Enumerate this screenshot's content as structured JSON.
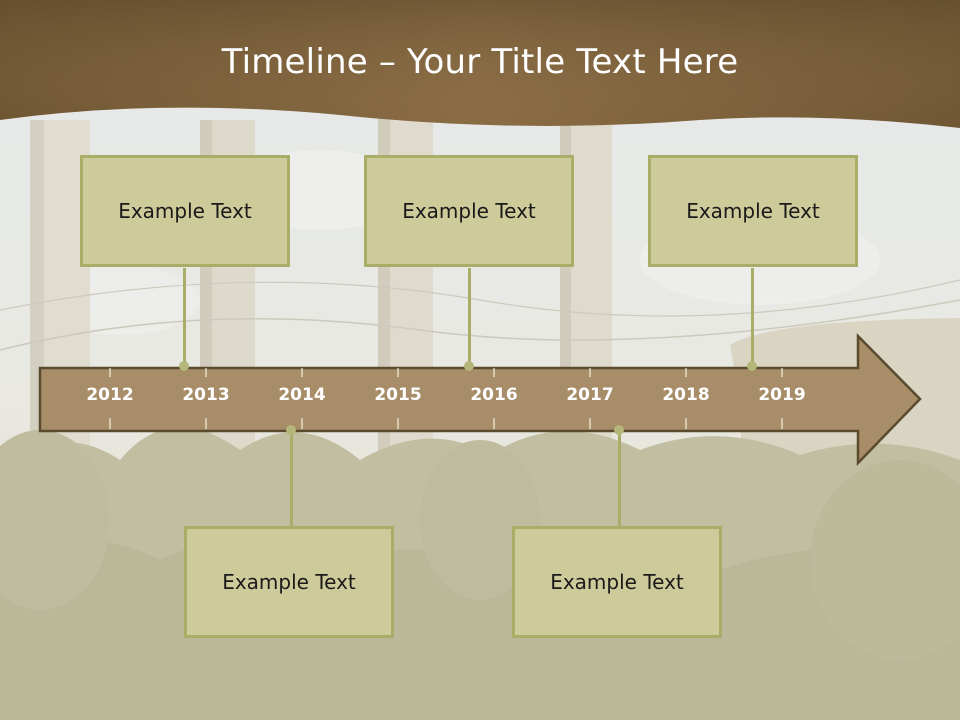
{
  "slide": {
    "title": "Timeline – Your Title Text Here"
  },
  "timeline": {
    "years": [
      "2012",
      "2013",
      "2014",
      "2015",
      "2016",
      "2017",
      "2018",
      "2019"
    ]
  },
  "events_top": [
    {
      "label": "Example Text"
    },
    {
      "label": "Example Text"
    },
    {
      "label": "Example Text"
    }
  ],
  "events_bottom": [
    {
      "label": "Example Text"
    },
    {
      "label": "Example Text"
    }
  ],
  "colors": {
    "header": "#7a6038",
    "arrow_fill": "#a88d69",
    "arrow_stroke": "#5a4a2e",
    "box_fill": "#cdcb9a",
    "box_border": "#a9ad68"
  }
}
